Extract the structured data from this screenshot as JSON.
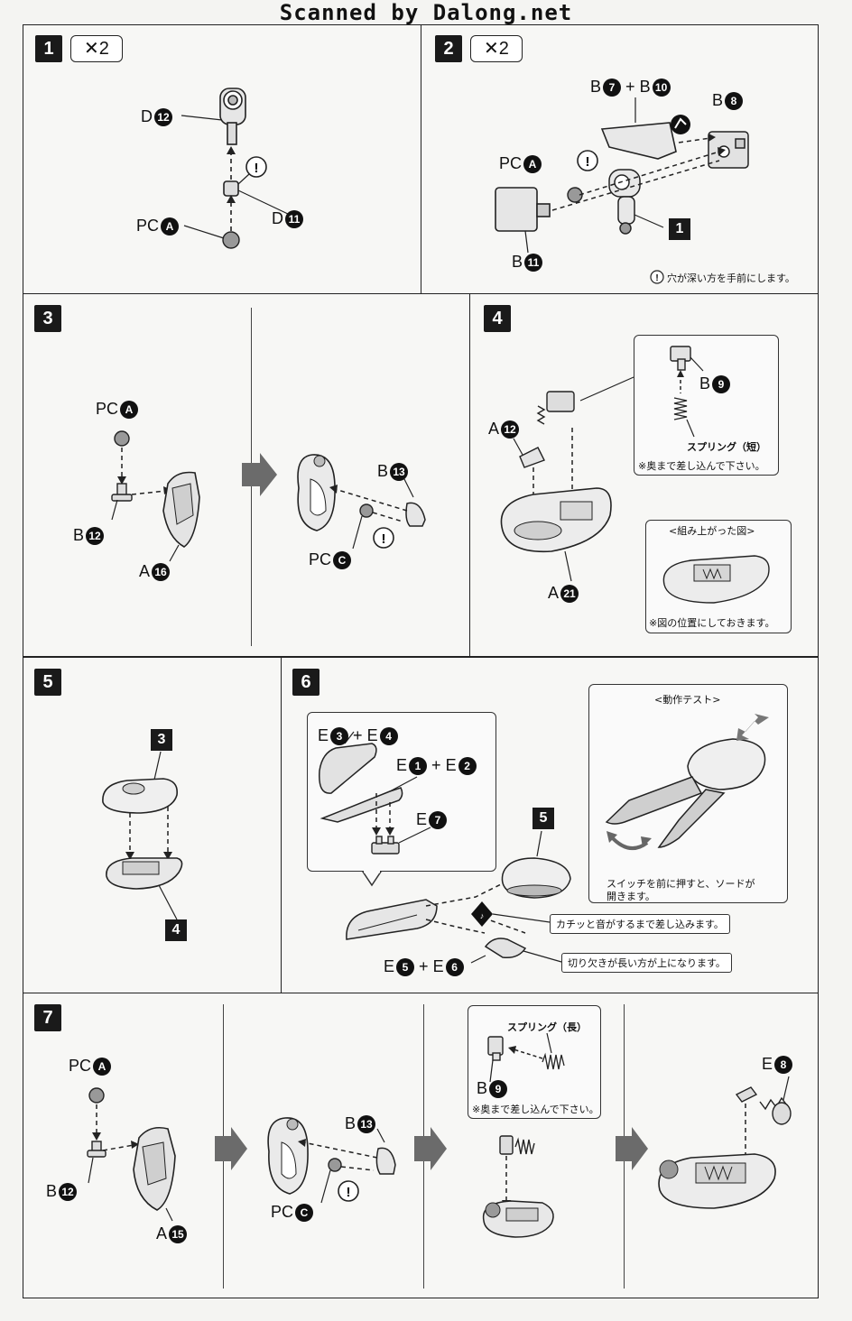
{
  "header": {
    "title": "Scanned by Dalong.net"
  },
  "step1": {
    "num": "1",
    "times": "✕2",
    "labels": {
      "d12_prefix": "D",
      "d12": "12",
      "d11_prefix": "D",
      "d11": "11",
      "pca_prefix": "PC",
      "pca": "A"
    }
  },
  "step2": {
    "num": "2",
    "times": "✕2",
    "labels": {
      "b7": "7",
      "b10": "10",
      "b_prefix": "B",
      "plus": "+",
      "b8": "8",
      "pca_prefix": "PC",
      "pca": "A",
      "b11": "11",
      "ref1": "1"
    },
    "note": "穴が深い方を手前にします。"
  },
  "step3": {
    "num": "3",
    "labels": {
      "pca_prefix": "PC",
      "pca": "A",
      "b12_prefix": "B",
      "b12": "12",
      "a16_prefix": "A",
      "a16": "16",
      "b13_prefix": "B",
      "b13": "13",
      "pcc_prefix": "PC",
      "pcc": "C"
    }
  },
  "step4": {
    "num": "4",
    "labels": {
      "a12_prefix": "A",
      "a12": "12",
      "b9_prefix": "B",
      "b9": "9",
      "a21_prefix": "A",
      "a21": "21"
    },
    "spring_short": "スプリング（短）",
    "insert_note": "※奥まで差し込んで下さい。",
    "assembled_title": "<組み上がった図>",
    "assembled_note": "※図の位置にしておきます。"
  },
  "step5": {
    "num": "5",
    "ref_top": "3",
    "ref_bottom": "4"
  },
  "step6": {
    "num": "6",
    "labels": {
      "e_prefix": "E",
      "plus": "+",
      "e3": "3",
      "e4": "4",
      "e1": "1",
      "e2": "2",
      "e7": "7",
      "e5": "5",
      "e6": "6",
      "ref5": "5"
    },
    "callout1": "カチッと音がするまで差し込みます。",
    "callout2": "切り欠きが長い方が上になります。",
    "test_title": "<動作テスト>",
    "test_note_line1": "スイッチを前に押すと、ソードが",
    "test_note_line2": "開きます。"
  },
  "step7": {
    "num": "7",
    "labels": {
      "pca_prefix": "PC",
      "pca": "A",
      "b12_prefix": "B",
      "b12": "12",
      "a15_prefix": "A",
      "a15": "15",
      "b13_prefix": "B",
      "b13": "13",
      "pcc_prefix": "PC",
      "pcc": "C",
      "b9_prefix": "B",
      "b9": "9",
      "e8_prefix": "E",
      "e8": "8"
    },
    "spring_long": "スプリング（長）",
    "insert_note": "※奥まで差し込んで下さい。"
  },
  "colors": {
    "ink": "#111111",
    "paper": "#f7f7f5",
    "part_gray": "#d8d8d8"
  }
}
